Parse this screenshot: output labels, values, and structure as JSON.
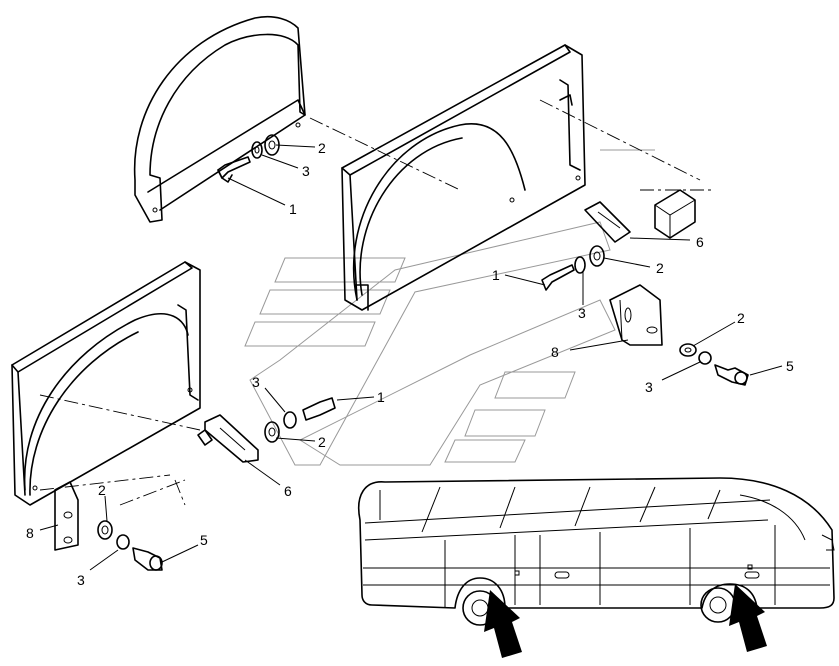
{
  "callouts": [
    {
      "id": "c1a",
      "text": "1"
    },
    {
      "id": "c2a",
      "text": "2"
    },
    {
      "id": "c3a",
      "text": "3"
    },
    {
      "id": "c1b",
      "text": "1"
    },
    {
      "id": "c2b",
      "text": "2"
    },
    {
      "id": "c3b",
      "text": "3"
    },
    {
      "id": "c6b",
      "text": "6"
    },
    {
      "id": "c2c",
      "text": "2"
    },
    {
      "id": "c8c",
      "text": "8"
    },
    {
      "id": "c3c",
      "text": "3"
    },
    {
      "id": "c5c",
      "text": "5"
    },
    {
      "id": "c3d",
      "text": "3"
    },
    {
      "id": "c1d",
      "text": "1"
    },
    {
      "id": "c2d",
      "text": "2"
    },
    {
      "id": "c6d",
      "text": "6"
    },
    {
      "id": "c2e",
      "text": "2"
    },
    {
      "id": "c8e",
      "text": "8"
    },
    {
      "id": "c3e",
      "text": "3"
    },
    {
      "id": "c5e",
      "text": "5"
    }
  ],
  "colors": {
    "line": "#000000",
    "ghost": "#999999",
    "background": "#ffffff"
  }
}
